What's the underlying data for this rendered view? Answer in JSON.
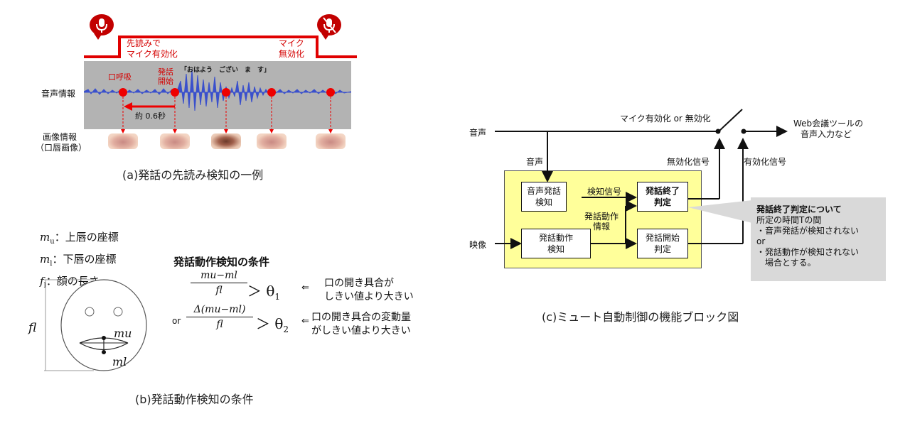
{
  "panel_a": {
    "caption": "(a)発話の先読み検知の一例",
    "label_prefetch_line1": "先読みで",
    "label_prefetch_line2": "マイク有効化",
    "label_disable_line1": "マイク",
    "label_disable_line2": "無効化",
    "label_mouth_breath": "口呼吸",
    "label_speech_start_line1": "発話",
    "label_speech_start_line2": "開始",
    "label_utterance": "「おはよう　ござい　ま　す」",
    "label_time": "約 0.6秒",
    "label_audio": "音声情報",
    "label_image_line1": "画像情報",
    "label_image_line2": "（口唇画像）",
    "mic_on_icon": "microphone-icon",
    "mic_off_icon": "microphone-off-icon"
  },
  "panel_b": {
    "caption": "(b)発話動作検知の条件",
    "def_mu_sym": "m",
    "def_mu_sub": "u",
    "def_mu_text": "：上唇の座標",
    "def_ml_sym": "m",
    "def_ml_sub": "l",
    "def_ml_text": "：下唇の座標",
    "def_fl_sym": "f",
    "def_fl_sub": "l",
    "def_fl_text": "：顔の長さ",
    "conditions_title": "発話動作検知の条件",
    "cond1_num": "mu−ml",
    "cond1_den": "fl",
    "cond1_rel": "＞ θ",
    "cond1_idx": "1",
    "cond1_arrow": "⇐",
    "cond1_desc1": "口の開き具合が",
    "cond1_desc2": "しきい値より大きい",
    "or_label": "or",
    "cond2_num": "Δ(mu−ml)",
    "cond2_den": "fl",
    "cond2_rel": "＞ θ",
    "cond2_idx": "2",
    "cond2_arrow": "⇐",
    "cond2_desc1": "口の開き具合の変動量",
    "cond2_desc2": "がしきい値より大きい",
    "face_fl_label": "fl",
    "face_mu_label": "mu",
    "face_ml_label": "ml"
  },
  "panel_c": {
    "caption": "(c)ミュート自動制御の機能ブロック図",
    "input_audio": "音声",
    "input_video": "映像",
    "branch_audio": "音声",
    "switch_label": "マイク有効化 or 無効化",
    "output_line1": "Web会議ツールの",
    "output_line2": "音声入力など",
    "disable_signal": "無効化信号",
    "enable_signal": "有効化信号",
    "detect_signal": "検知信号",
    "motion_info_line1": "発話動作",
    "motion_info_line2": "情報",
    "block_audio_detect_line1": "音声発話",
    "block_audio_detect_line2": "検知",
    "block_motion_detect_line1": "発話動作",
    "block_motion_detect_line2": "検知",
    "block_end_judge_line1": "発話終了",
    "block_end_judge_line2": "判定",
    "block_start_judge_line1": "発話開始",
    "block_start_judge_line2": "判定",
    "note_title": "発話終了判定について",
    "note_line1": "所定の時間Tの間",
    "note_line2": "・音声発話が検知されない",
    "note_line3": "or",
    "note_line4": "・発話動作が検知されない",
    "note_line5": "場合とする。"
  }
}
